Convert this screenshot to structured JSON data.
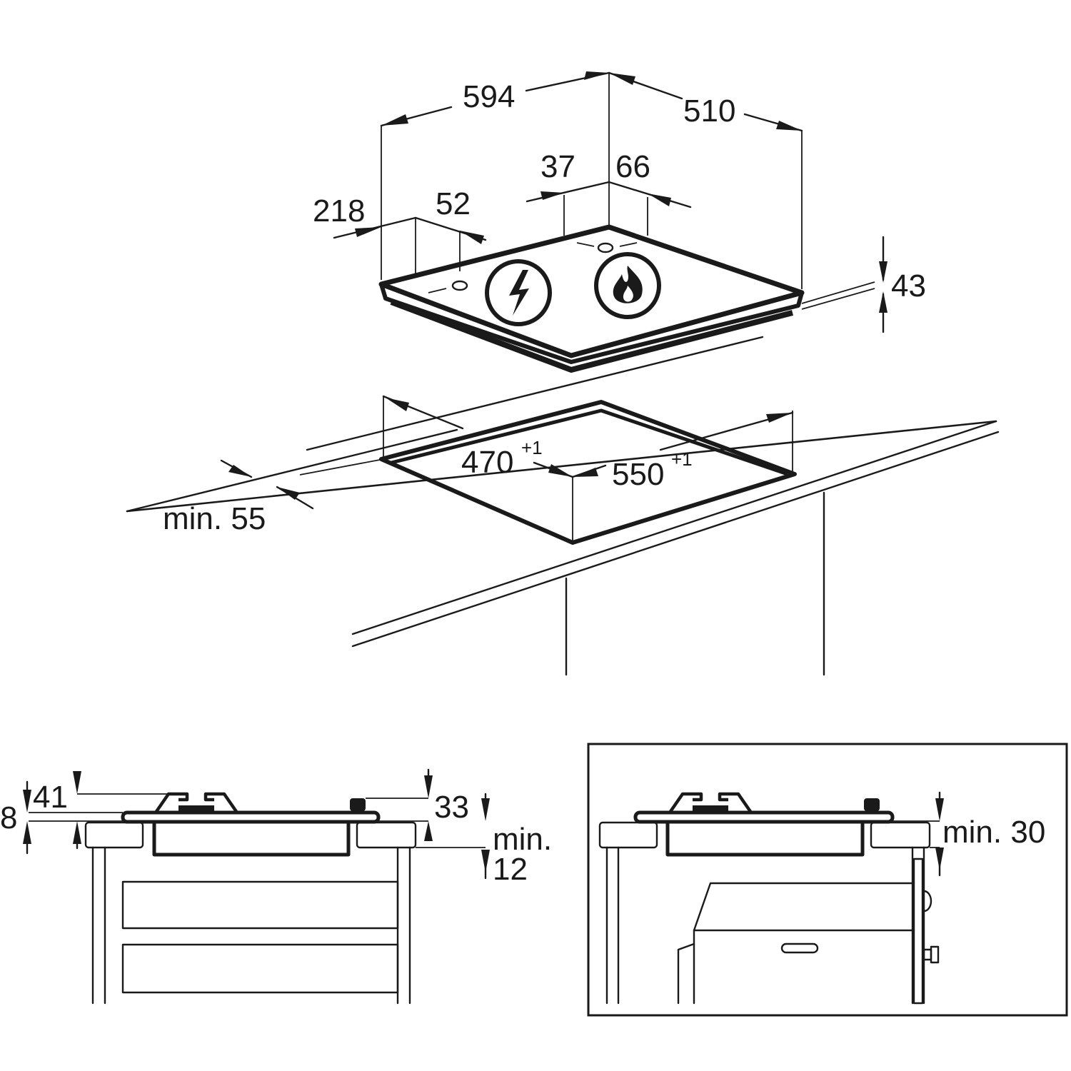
{
  "dimensions": {
    "width": "594",
    "depth": "510",
    "left_offset": "218",
    "left_knob": "52",
    "right_knob_a": "37",
    "right_knob_b": "66",
    "height": "43",
    "cutout_depth": "470",
    "cutout_depth_tol": "+1",
    "cutout_width": "550",
    "cutout_width_tol": "+1",
    "front_min": "min. 55"
  },
  "side_view_left": {
    "d8": "8",
    "d41": "41",
    "d33": "33",
    "min_label": "min.",
    "min_value": "12"
  },
  "side_view_right": {
    "min30": "min. 30"
  },
  "icons": [
    "electric-bolt-icon",
    "gas-flame-icon"
  ]
}
